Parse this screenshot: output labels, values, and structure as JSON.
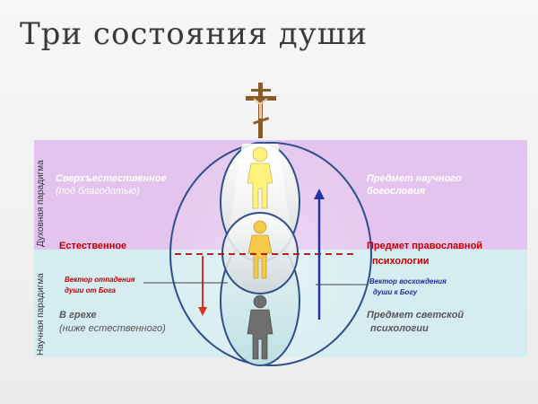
{
  "title": "Три  состояния  души",
  "side_labels": {
    "spiritual": "Духовная парадигма",
    "scientific": "Научная парадигма"
  },
  "left": {
    "supernatural": "Сверхъестественное",
    "supernatural_sub": "(под  благодатью)",
    "natural": "Естественное",
    "fall_vector_1": "Вектор  отпадения",
    "fall_vector_2": "души  от Бога",
    "sin": "В грехе",
    "sin_sub": "(ниже  естественного)"
  },
  "right": {
    "theology_1": "Предмет  научного",
    "theology_2": "богословия",
    "orthodox_1": "Предмет православной",
    "orthodox_2": "психологии",
    "ascent_1": "Вектор восхождения",
    "ascent_2": "души  к Богу",
    "secular_1": "Предмет  светской",
    "secular_2": "психологии"
  },
  "colors": {
    "spiritual_band": "#e3c4ee",
    "scientific_band": "#d5edf1",
    "ellipse_stroke": "#2e4f8c",
    "upper_figure": "#fff27a",
    "middle_figure": "#f7c948",
    "lower_figure": "#6e6e6e",
    "fall_arrow": "#e0301e",
    "ascent_arrow": "#2233aa",
    "dashed_line": "#c00000"
  },
  "icons": [
    "crucifix-icon",
    "person-figure-icon"
  ]
}
